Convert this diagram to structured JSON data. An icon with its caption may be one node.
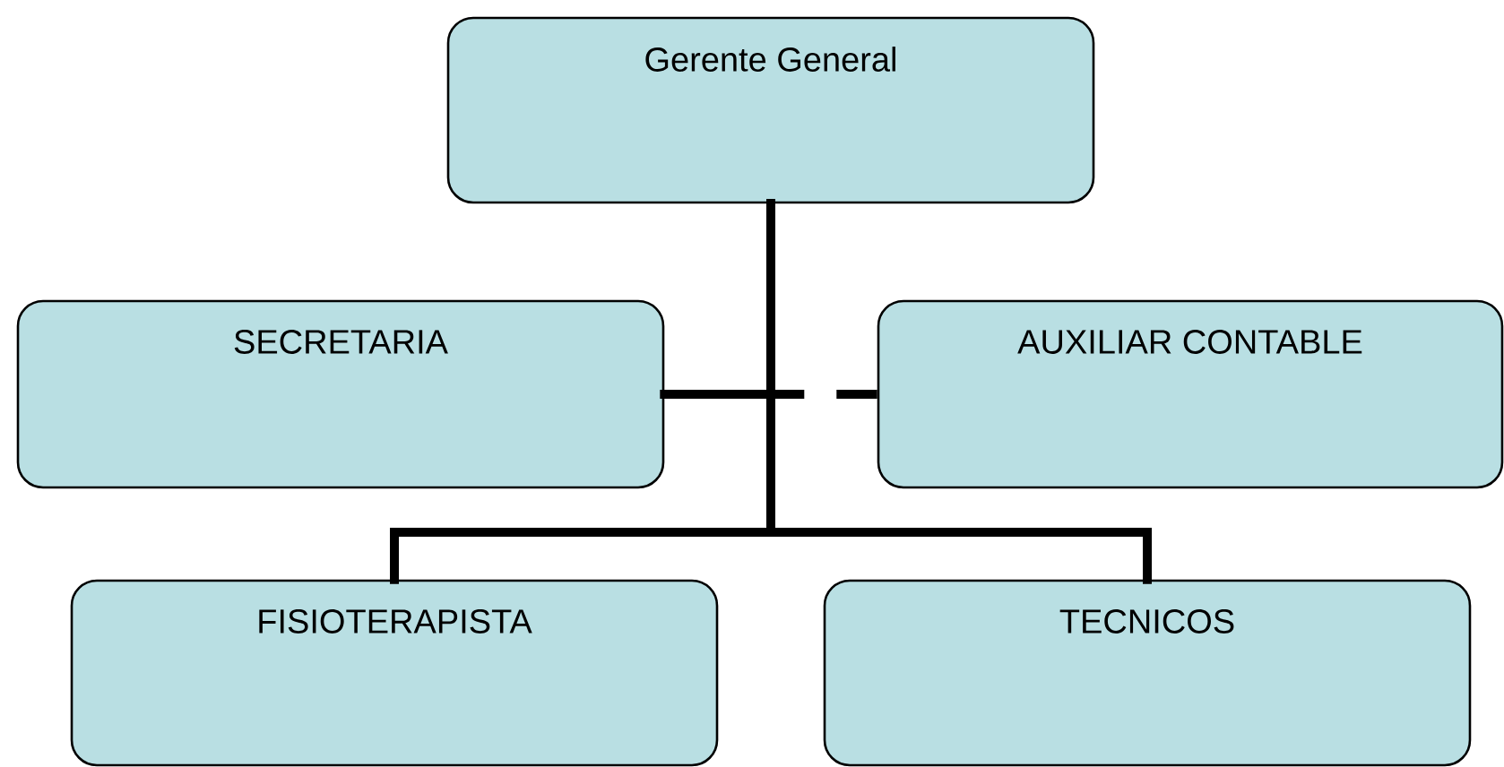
{
  "diagram": {
    "nodes": [
      {
        "text": [
          "Gerente General"
        ]
      },
      {
        "text": [
          "SECRETARIA"
        ]
      },
      {
        "text": [
          "AUXILIAR CONTABLE"
        ]
      },
      {
        "text": [
          "FISIOTERAPISTA"
        ]
      },
      {
        "text": [
          "TECNICOS"
        ]
      }
    ],
    "edges": [
      {
        "from": 0,
        "to": 1,
        "arrow": "none"
      },
      {
        "from": 0,
        "to": 2,
        "arrow": "none",
        "style": "dashed"
      },
      {
        "from": 0,
        "to": 3,
        "arrow": "none"
      },
      {
        "from": 0,
        "to": 4,
        "arrow": "none"
      }
    ]
  }
}
